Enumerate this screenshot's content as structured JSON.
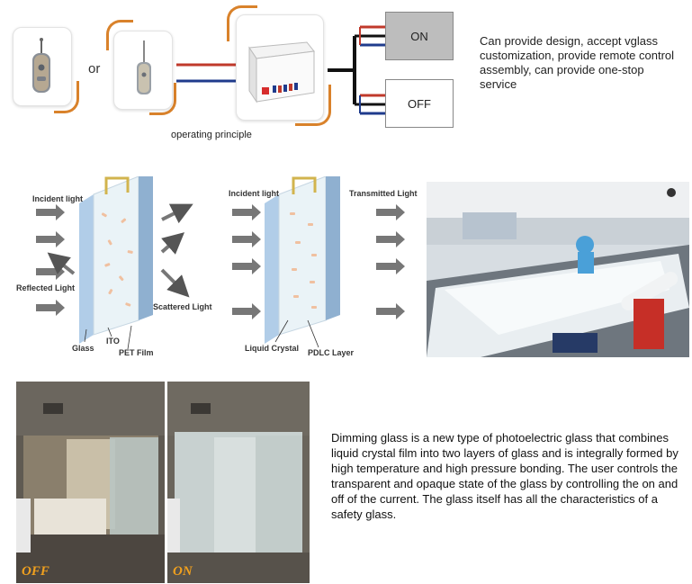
{
  "principle": {
    "or_text": "or",
    "caption": "operating principle",
    "on_label": "ON",
    "off_label": "OFF"
  },
  "description_top": "Can provide design, accept vglass customization, provide remote control assembly, can provide one-stop service",
  "diagram_left": {
    "incident_light": "Incident light",
    "reflected_light": "Reflected Light",
    "scattered_light": "Scattered Light",
    "glass": "Glass",
    "ito": "ITO",
    "pet_film": "PET Film"
  },
  "diagram_right": {
    "incident_light": "Incident light",
    "transmitted_light": "Transmitted Light",
    "liquid_crystal": "Liquid Crystal",
    "pdlc_layer": "PDLC Layer"
  },
  "photos": {
    "off_label": "OFF",
    "on_label": "ON"
  },
  "description_bottom": "Dimming glass is a new type of photoelectric glass that combines liquid crystal film into two layers of glass and is integrally formed by high temperature and high pressure bonding. The user controls the transparent and opaque state of the glass by controlling the on and off of the current. The glass itself has all the characteristics of a safety glass.",
  "colors": {
    "accent_orange": "#d9822b",
    "wire_red": "#c0392b",
    "wire_blue": "#1f3b8c",
    "glass_blue": "#a9c8e6",
    "label_gold": "#f0a01e"
  }
}
